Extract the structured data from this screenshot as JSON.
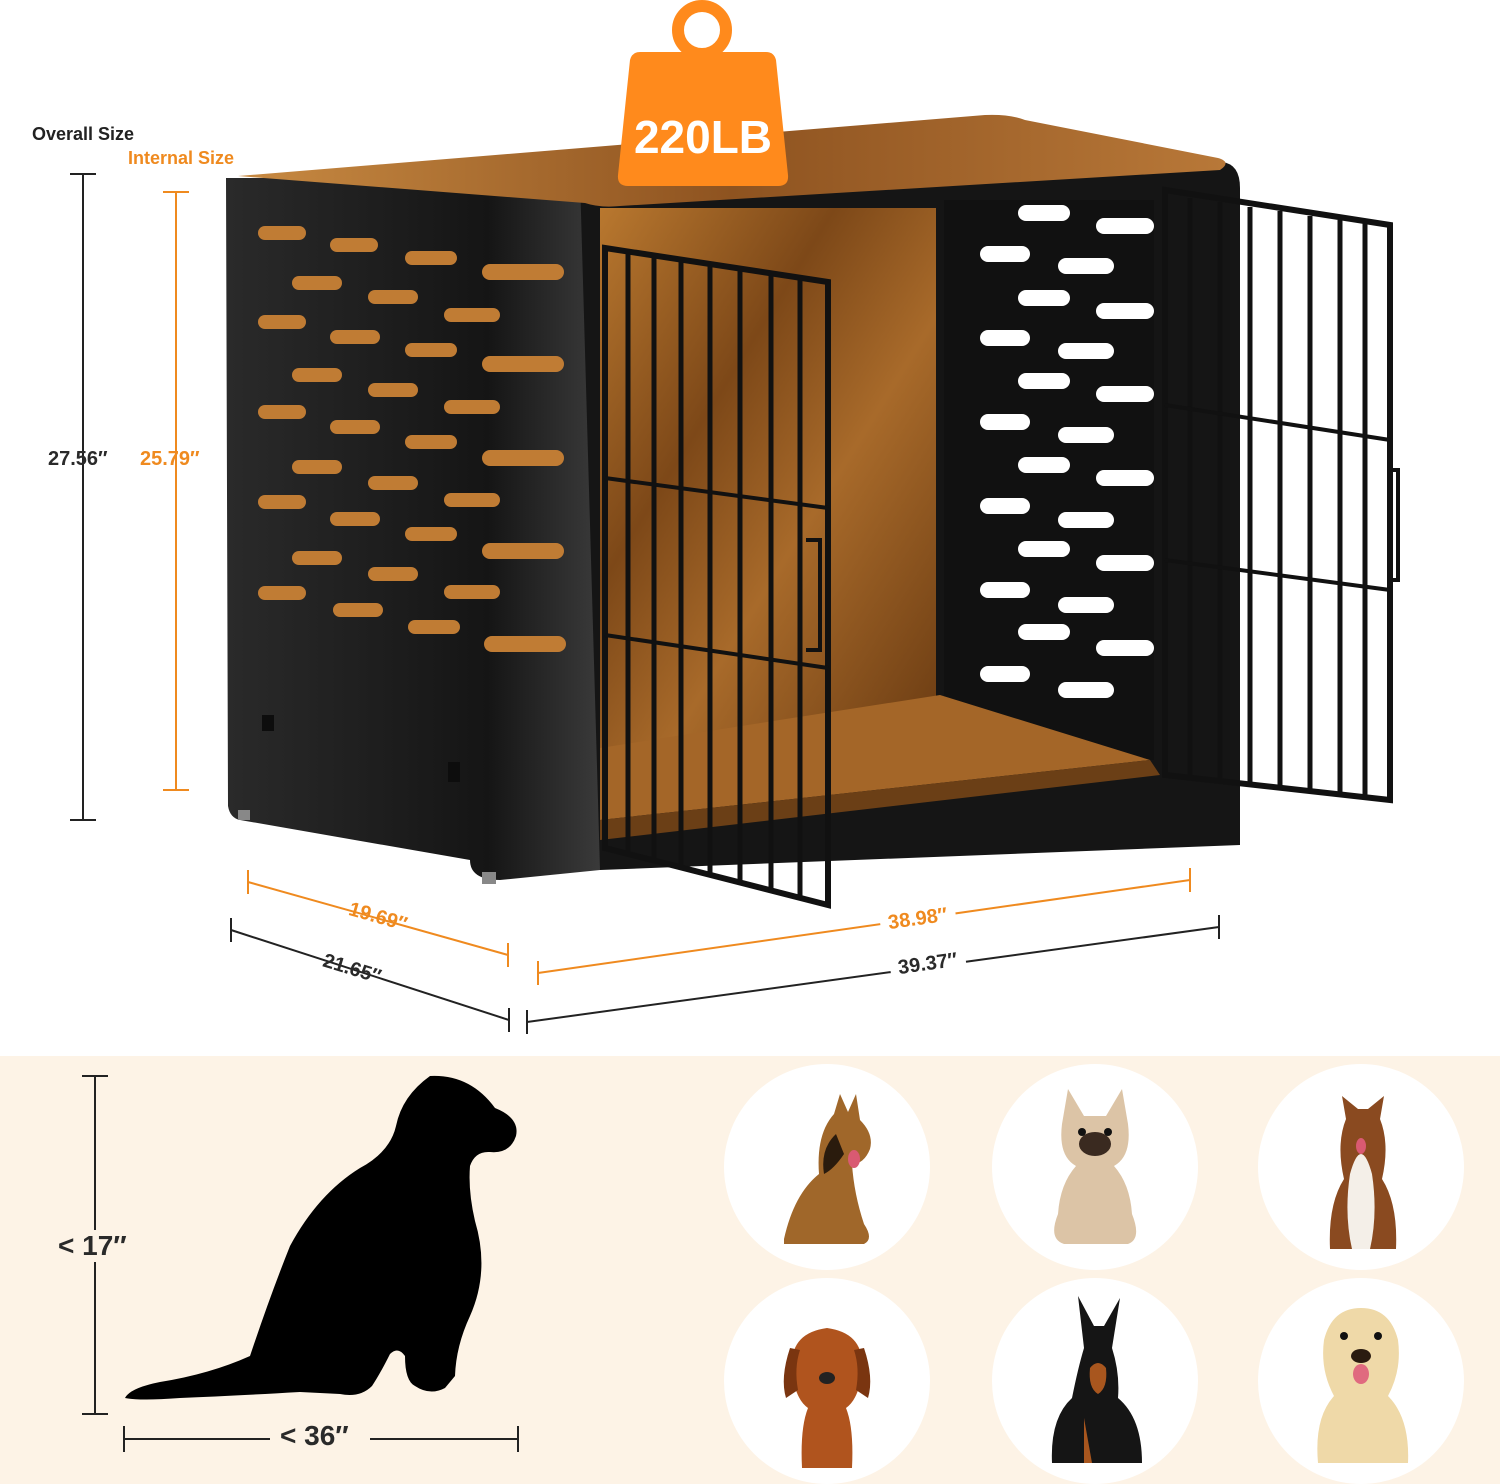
{
  "weight_badge": {
    "text": "220LB",
    "color": "#ff8a1c"
  },
  "legend": {
    "overall": "Overall Size",
    "internal": "Internal Size"
  },
  "dimensions": {
    "height_overall": "27.56″",
    "height_internal": "25.79″",
    "depth_internal": "19.69″",
    "depth_overall": "21.65″",
    "width_internal": "38.98″",
    "width_overall": "39.37″"
  },
  "dog_limits": {
    "height": "< 17″",
    "length": "< 36″"
  },
  "colors": {
    "accent": "#ef8a1f",
    "frame": "#1c1c1c",
    "wood": "#9a5e24",
    "panel": "#fdf3e6"
  },
  "breed_icons": [
    "german-shepherd-icon",
    "french-bulldog-icon",
    "border-collie-icon",
    "dachshund-icon",
    "doberman-icon",
    "labrador-icon"
  ]
}
